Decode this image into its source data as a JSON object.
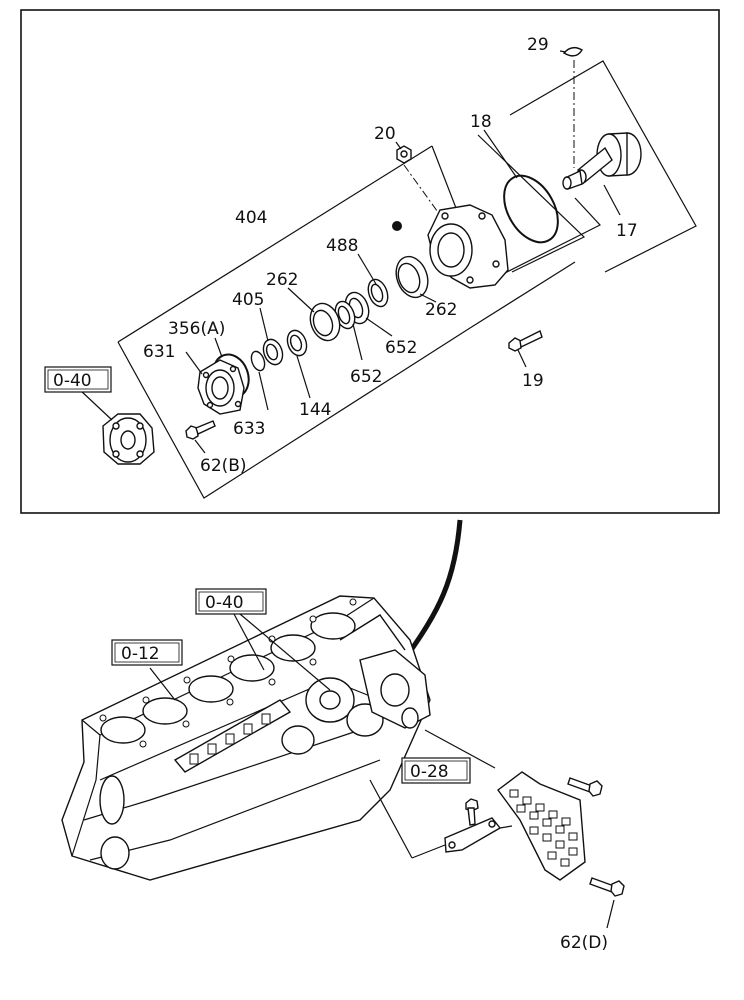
{
  "callouts": {
    "p29": "29",
    "p18": "18",
    "p20": "20",
    "p404": "404",
    "p17": "17",
    "p488": "488",
    "p262a": "262",
    "p405": "405",
    "p356a": "356(A)",
    "p631": "631",
    "p262b": "262",
    "p652a": "652",
    "p652b": "652",
    "p19": "19",
    "p144": "144",
    "p633": "633",
    "p62b": "62(B)",
    "p62d": "62(D)"
  },
  "references": {
    "ref_top_040": "0-40",
    "ref_040": "0-40",
    "ref_012": "0-12",
    "ref_028": "0-28"
  }
}
